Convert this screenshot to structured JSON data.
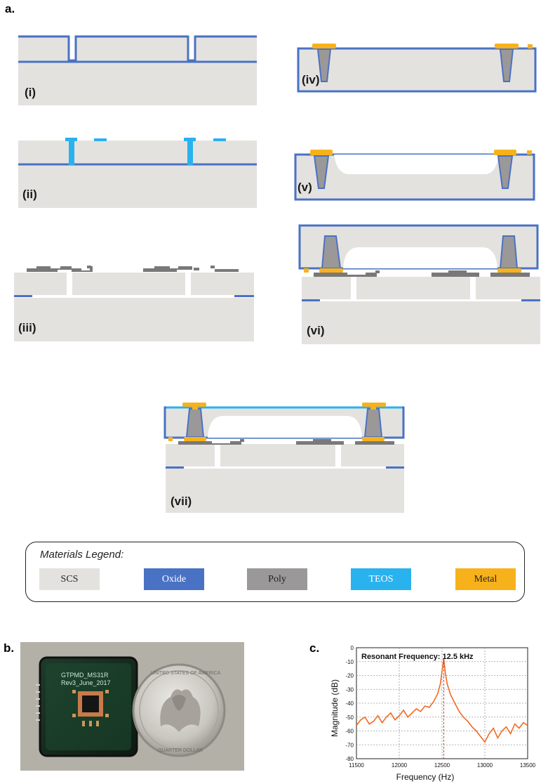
{
  "panels": {
    "a": "a.",
    "b": "b.",
    "c": "c."
  },
  "steps": [
    "(i)",
    "(ii)",
    "(iii)",
    "(iv)",
    "(v)",
    "(vi)",
    "(vii)"
  ],
  "legend": {
    "title": "Materials Legend:",
    "items": [
      {
        "label": "SCS",
        "color": "#e4e2df",
        "text_color": "#222222"
      },
      {
        "label": "Oxide",
        "color": "#4a72c4",
        "text_color": "#ffffff"
      },
      {
        "label": "Poly",
        "color": "#9a9898",
        "text_color": "#222222"
      },
      {
        "label": "TEOS",
        "color": "#29b2ee",
        "text_color": "#ffffff"
      },
      {
        "label": "Metal",
        "color": "#f7b21b",
        "text_color": "#222222"
      }
    ]
  },
  "photo": {
    "chip_text_line1": "GTPMD_MS31R",
    "chip_text_line2": "Rev3_June_2017",
    "coin_text_top": "UNITED STATES OF AMERICA",
    "coin_text_bottom": "QUARTER DOLLAR"
  },
  "chart_data": {
    "type": "line",
    "title": "Resonant Frequency: 12.5 kHz",
    "xlabel": "Frequency (Hz)",
    "ylabel": "Magnitude (dB)",
    "xlim": [
      11500,
      13500
    ],
    "ylim": [
      -80,
      0
    ],
    "xticks": [
      11500,
      12000,
      12500,
      13000,
      13500
    ],
    "yticks": [
      -80,
      -70,
      -60,
      -50,
      -40,
      -30,
      -20,
      -10,
      0
    ],
    "grid": true,
    "line_color": "#f06a22",
    "marker_line": {
      "x": 12520,
      "color": "#d8352a",
      "style": "dashed"
    },
    "series": [
      {
        "x": [
          11500,
          11550,
          11600,
          11650,
          11700,
          11750,
          11800,
          11850,
          11900,
          11950,
          12000,
          12050,
          12100,
          12150,
          12200,
          12250,
          12300,
          12350,
          12400,
          12450,
          12480,
          12500,
          12520,
          12540,
          12560,
          12600,
          12650,
          12700,
          12750,
          12800,
          12850,
          12900,
          12950,
          13000,
          13050,
          13100,
          13150,
          13200,
          13250,
          13300,
          13350,
          13400,
          13450,
          13500
        ],
        "y": [
          -56,
          -52,
          -50,
          -55,
          -53,
          -49,
          -54,
          -50,
          -47,
          -52,
          -49,
          -45,
          -50,
          -47,
          -44,
          -46,
          -42,
          -43,
          -39,
          -33,
          -26,
          -17,
          -8,
          -19,
          -26,
          -34,
          -40,
          -46,
          -50,
          -53,
          -57,
          -60,
          -64,
          -68,
          -62,
          -58,
          -65,
          -60,
          -57,
          -62,
          -55,
          -58,
          -54,
          -56
        ]
      }
    ]
  }
}
